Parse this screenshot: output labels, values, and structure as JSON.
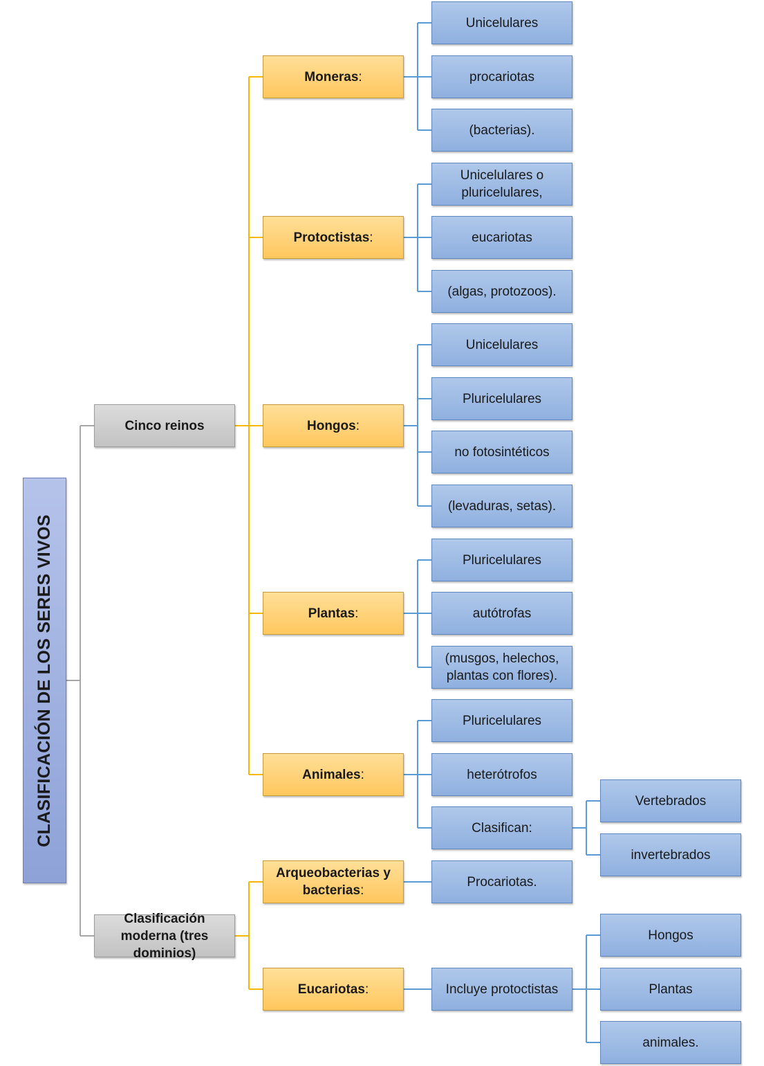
{
  "root": {
    "label": "CLASIFICACIÓN DE LOS SERES VIVOS"
  },
  "systems": [
    {
      "label": "Cinco reinos",
      "groups": [
        {
          "name": "Moneras",
          "suffix": ":",
          "traits": [
            "Unicelulares",
            "procariotas",
            "(bacterias)."
          ]
        },
        {
          "name": "Protoctistas",
          "suffix": ":",
          "traits": [
            "Unicelulares o pluricelulares,",
            "eucariotas",
            "(algas, protozoos)."
          ]
        },
        {
          "name": "Hongos",
          "suffix": ":",
          "traits": [
            "Unicelulares",
            "Pluricelulares",
            "no fotosintéticos",
            "(levaduras, setas)."
          ]
        },
        {
          "name": "Plantas",
          "suffix": ":",
          "traits": [
            "Pluricelulares",
            "autótrofas",
            "(musgos, helechos, plantas con flores)."
          ]
        },
        {
          "name": "Animales",
          "suffix": ":",
          "traits": [
            "Pluricelulares",
            "heterótrofos",
            "Clasifican:"
          ],
          "subclasses": [
            "Vertebrados",
            "invertebrados"
          ]
        }
      ]
    },
    {
      "label": "Clasificación moderna (tres dominios)",
      "groups": [
        {
          "name": "Arqueobacterias y bacterias",
          "suffix": ":",
          "traits": [
            "Procariotas."
          ]
        },
        {
          "name": "Eucariotas",
          "suffix": ":",
          "traits": [
            "Incluye protoctistas"
          ],
          "subclasses": [
            "Hongos",
            "Plantas",
            "animales."
          ]
        }
      ]
    }
  ],
  "colors": {
    "root": "#9aaee0",
    "level1": "#c8c8c8",
    "level2": "#ffcf70",
    "level3": "#9cbae4",
    "line_gray": "#a6a6a6",
    "line_orange": "#f5b800",
    "line_blue": "#5b9bd5"
  }
}
